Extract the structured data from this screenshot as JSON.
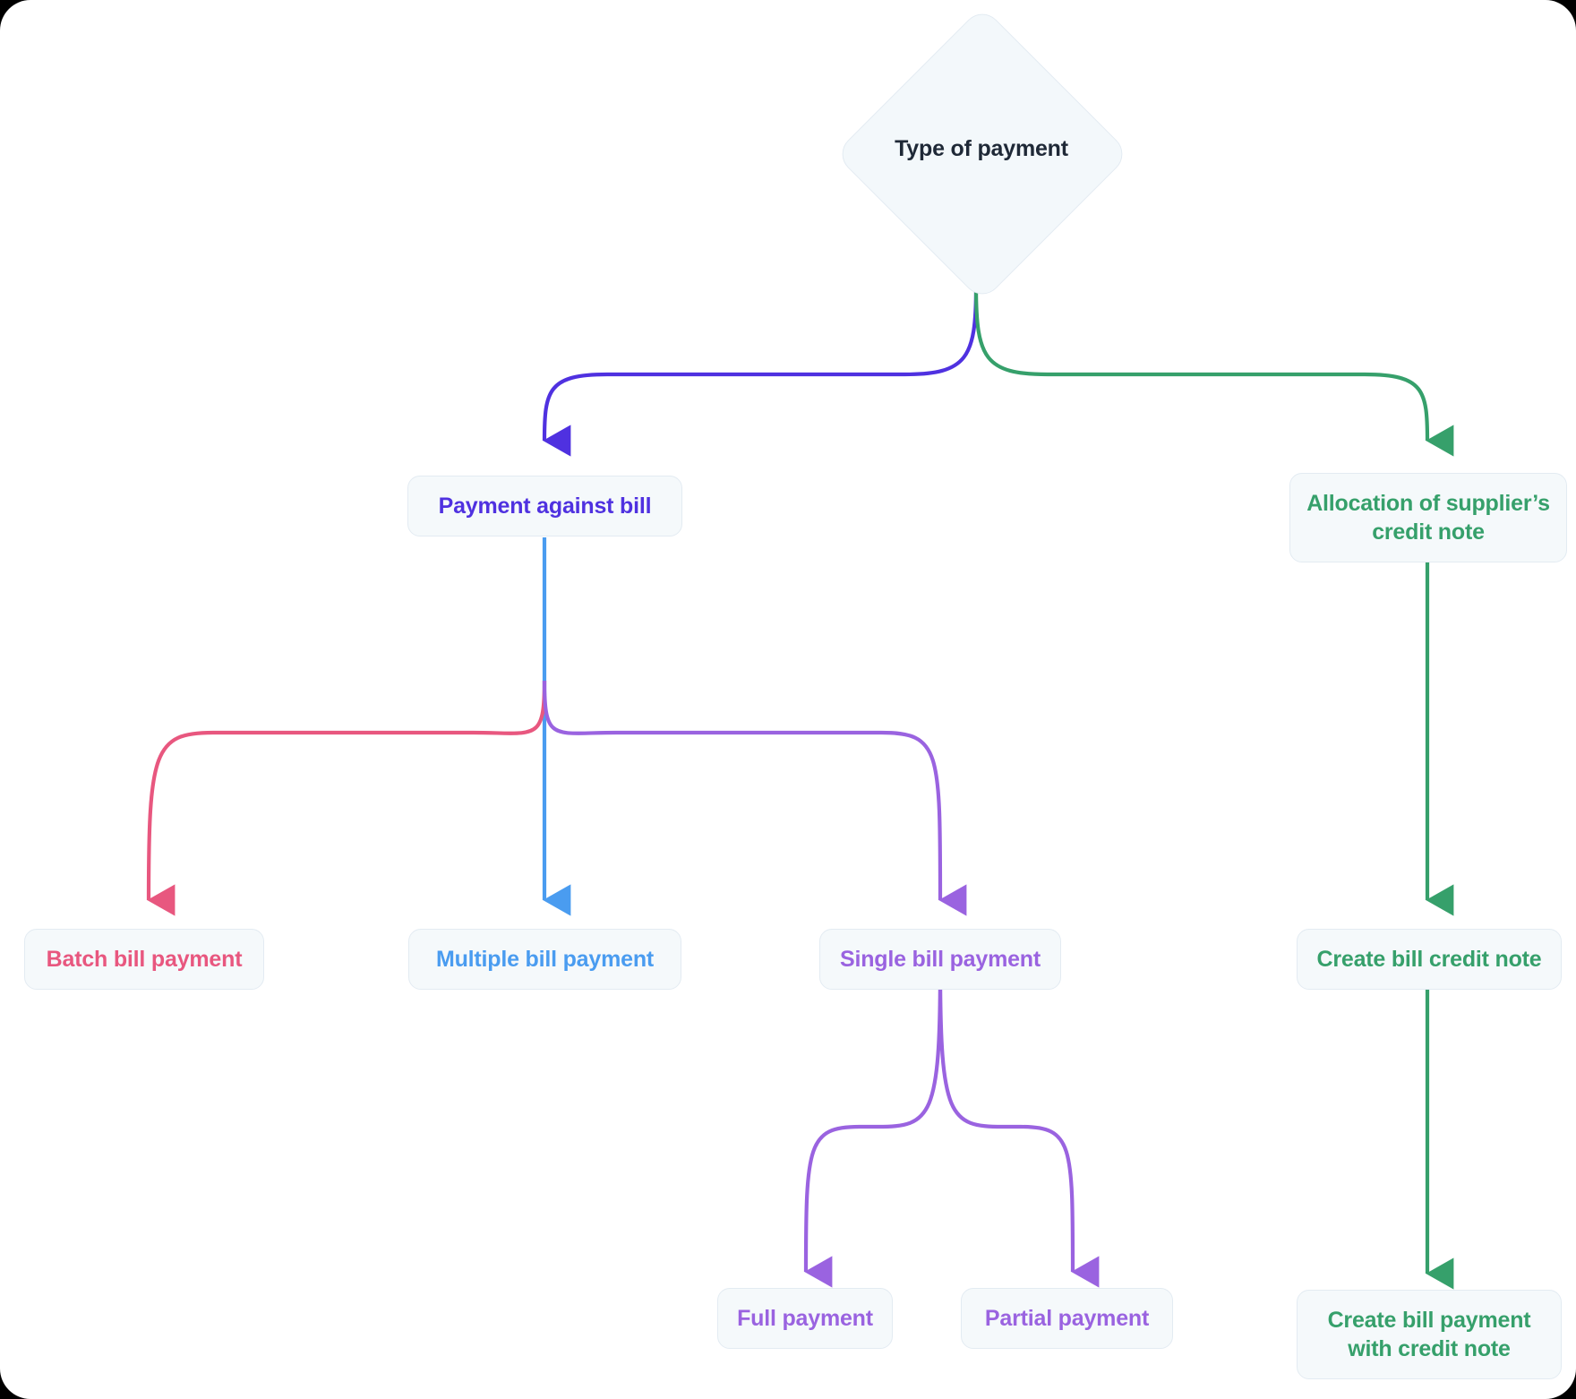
{
  "diagram": {
    "title": "Type of payment",
    "type": "flowchart",
    "colors": {
      "node_fill": "#f5f9fb",
      "node_border": "#e3ebf2",
      "decision_text": "#1f2937",
      "indigo": "#4f31e0",
      "green": "#36a06b",
      "blue": "#4a9cf0",
      "rose": "#e8577f",
      "purple": "#9a63e0"
    },
    "decision": {
      "label": "Type of payment",
      "text_color": "#1f2937"
    },
    "nodes": [
      {
        "id": "payment-against-bill",
        "label": "Payment against bill",
        "color": "#4f31e0",
        "level": 1
      },
      {
        "id": "allocation-credit-note",
        "label": "Allocation of supplier’s credit note",
        "color": "#36a06b",
        "level": 1
      },
      {
        "id": "batch-bill-payment",
        "label": "Batch bill payment",
        "color": "#e8577f",
        "level": 2
      },
      {
        "id": "multiple-bill-payment",
        "label": "Multiple bill payment",
        "color": "#4a9cf0",
        "level": 2
      },
      {
        "id": "single-bill-payment",
        "label": "Single bill payment",
        "color": "#9a63e0",
        "level": 2
      },
      {
        "id": "create-bill-credit-note",
        "label": "Create bill credit note",
        "color": "#36a06b",
        "level": 2
      },
      {
        "id": "full-payment",
        "label": "Full payment",
        "color": "#9a63e0",
        "level": 3
      },
      {
        "id": "partial-payment",
        "label": "Partial payment",
        "color": "#9a63e0",
        "level": 3
      },
      {
        "id": "create-bill-payment-cn",
        "label": "Create bill payment with credit note",
        "color": "#36a06b",
        "level": 3
      }
    ],
    "edges": [
      {
        "from": "Type of payment",
        "to": "Payment against bill",
        "color": "#4f31e0"
      },
      {
        "from": "Type of payment",
        "to": "Allocation of supplier’s credit note",
        "color": "#36a06b"
      },
      {
        "from": "Payment against bill",
        "to": "Batch bill payment",
        "color": "#e8577f"
      },
      {
        "from": "Payment against bill",
        "to": "Multiple bill payment",
        "color": "#4a9cf0"
      },
      {
        "from": "Payment against bill",
        "to": "Single bill payment",
        "color": "#9a63e0"
      },
      {
        "from": "Allocation of supplier’s credit note",
        "to": "Create bill credit note",
        "color": "#36a06b"
      },
      {
        "from": "Single bill payment",
        "to": "Full payment",
        "color": "#9a63e0"
      },
      {
        "from": "Single bill payment",
        "to": "Partial payment",
        "color": "#9a63e0"
      },
      {
        "from": "Create bill credit note",
        "to": "Create bill payment with credit note",
        "color": "#36a06b"
      }
    ]
  }
}
